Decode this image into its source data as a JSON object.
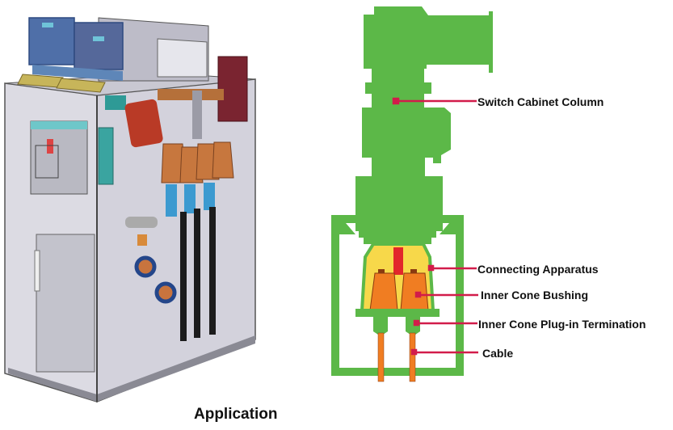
{
  "figure": {
    "caption": "Application",
    "left_image": {
      "description": "3D cutaway of medium-voltage switchgear cabinet"
    },
    "diagram": {
      "colors": {
        "housing": "#5cb848",
        "connecting_apparatus": "#f7d84a",
        "bushing": "#f07d22",
        "conductor": "#e2262b",
        "leader_line": "#d21c4a",
        "cable": "#f07d22"
      },
      "callouts": [
        {
          "id": "switch-cabinet-column",
          "text": "Switch Cabinet Column"
        },
        {
          "id": "connecting-apparatus",
          "text": "Connecting Apparatus"
        },
        {
          "id": "inner-cone-bushing",
          "text": "Inner Cone Bushing"
        },
        {
          "id": "inner-cone-plug-in-termination",
          "text": "Inner Cone Plug-in Termination"
        },
        {
          "id": "cable",
          "text": "Cable"
        }
      ]
    }
  }
}
